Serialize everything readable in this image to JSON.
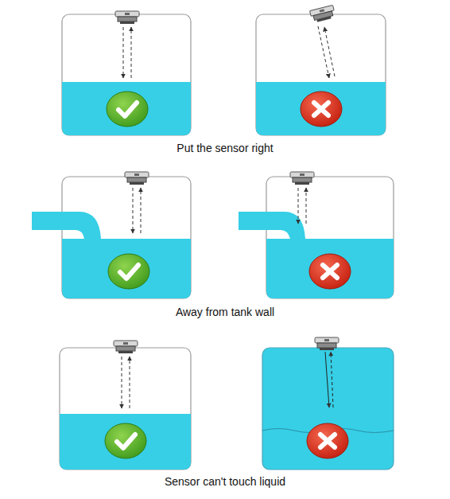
{
  "diagram": {
    "labels": [
      "Put the sensor right",
      "Away from tank wall",
      "Sensor can't touch liquid"
    ]
  }
}
